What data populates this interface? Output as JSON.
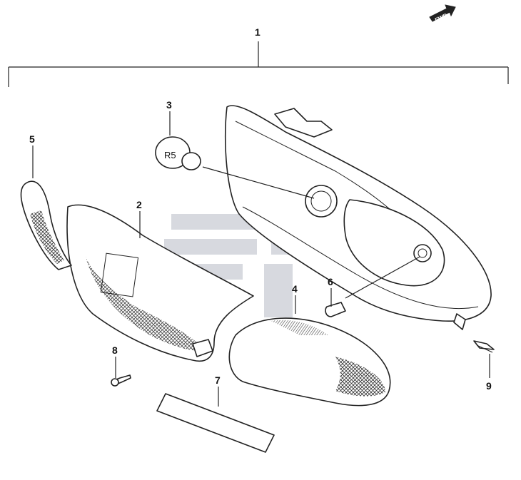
{
  "diagram": {
    "fwd_label": "FWD",
    "callouts": [
      {
        "id": "1",
        "label": "1"
      },
      {
        "id": "2",
        "label": "2"
      },
      {
        "id": "3",
        "label": "3"
      },
      {
        "id": "4",
        "label": "4"
      },
      {
        "id": "5",
        "label": "5"
      },
      {
        "id": "6",
        "label": "6"
      },
      {
        "id": "7",
        "label": "7"
      },
      {
        "id": "8",
        "label": "8"
      },
      {
        "id": "9",
        "label": "9"
      }
    ],
    "bulb_marking": "R5"
  }
}
